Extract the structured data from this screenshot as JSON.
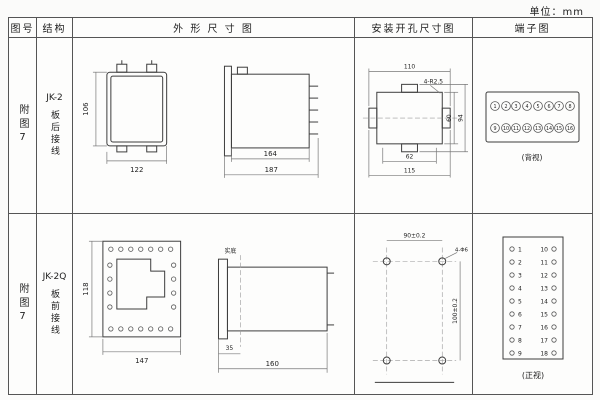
{
  "unit": "单位：mm",
  "headers": {
    "h1": "图号",
    "h2": "结构",
    "h3": "外 形 尺 寸 图",
    "h4": "安装开孔尺寸图",
    "h5": "端子图"
  },
  "r1": {
    "fig": "附图7",
    "model": "JK-2",
    "wiring": "板后接线",
    "out": {
      "h": "106",
      "w": "122",
      "d1": "164",
      "d2": "187"
    },
    "inst": {
      "w_top": "110",
      "radius": "4-R2.5",
      "h_in": "60",
      "h_out": "94",
      "w_in": "62",
      "w_out": "115"
    },
    "term": {
      "nums": [
        "1",
        "2",
        "3",
        "4",
        "5",
        "6",
        "7",
        "8",
        "9",
        "10",
        "11",
        "12",
        "13",
        "14",
        "15",
        "16"
      ],
      "caption": "(背视)"
    }
  },
  "r2": {
    "fig": "附图7",
    "model": "JK-2Q",
    "wiring": "板前接线",
    "out": {
      "h": "118",
      "w": "147",
      "base": "实底",
      "d1": "35",
      "d2": "160"
    },
    "inst": {
      "w_top": "90±0.2",
      "holes": "4-Φ6",
      "h_side": "100±0.2"
    },
    "term": {
      "left": [
        "1",
        "2",
        "3",
        "4",
        "5",
        "6",
        "7",
        "8",
        "9"
      ],
      "right": [
        "10",
        "11",
        "12",
        "13",
        "14",
        "15",
        "16",
        "17",
        "18"
      ],
      "caption": "(正视)"
    }
  }
}
